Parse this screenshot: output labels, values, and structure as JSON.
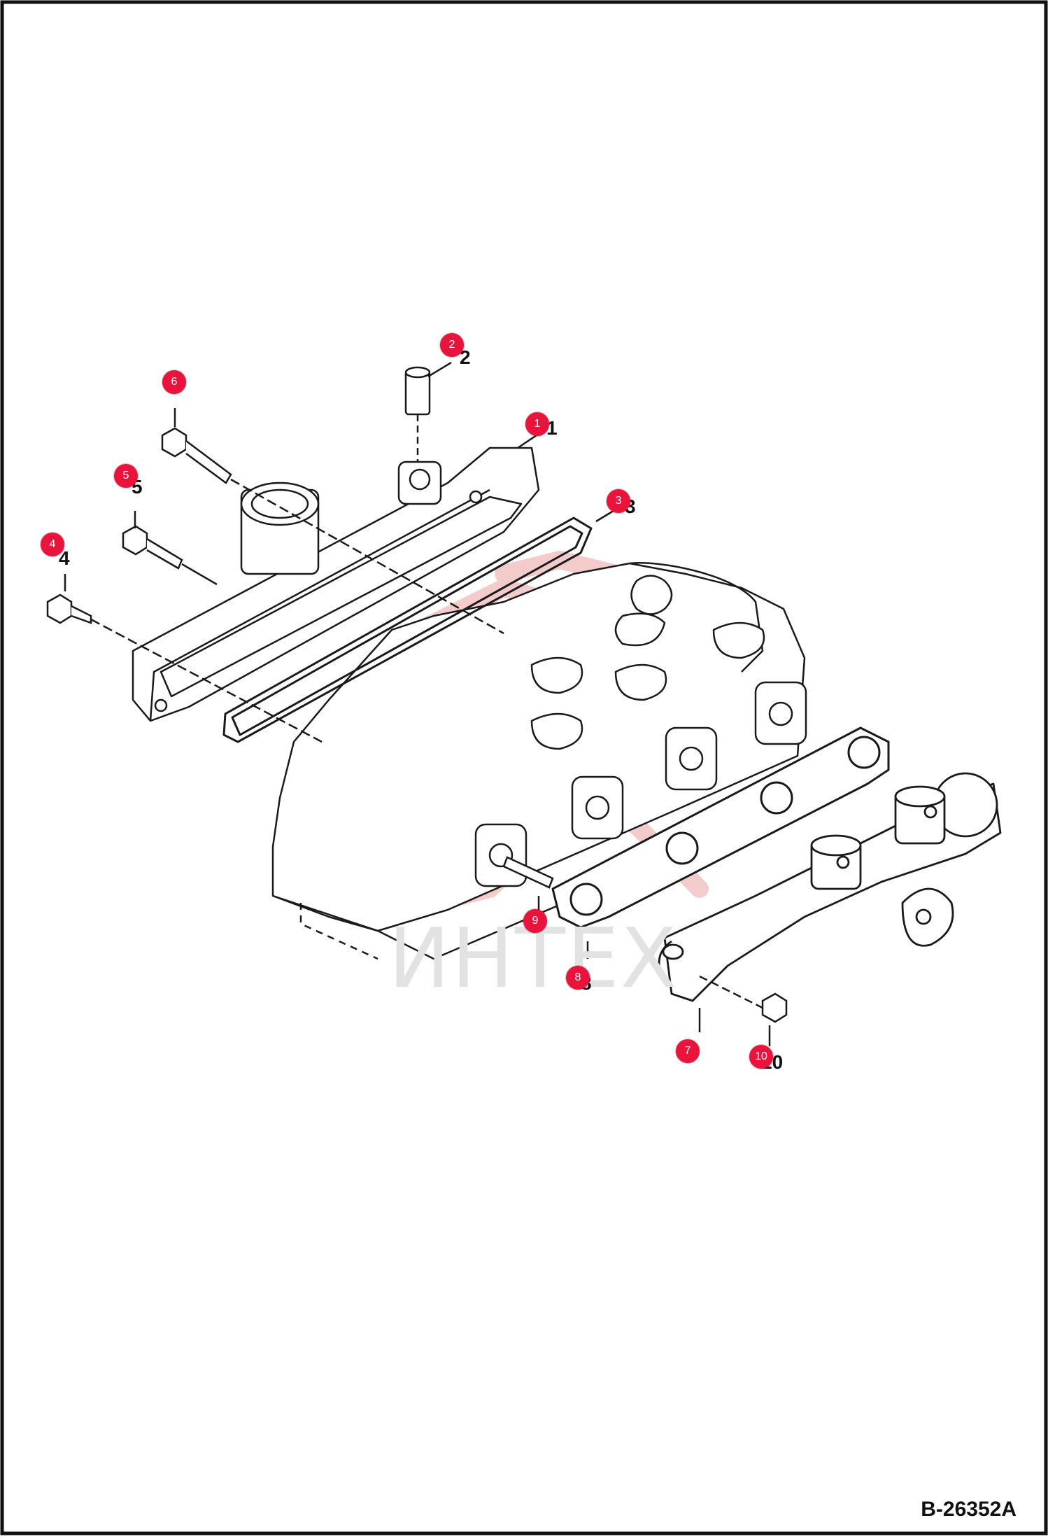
{
  "figure": {
    "code": "B-26352A"
  },
  "watermark": {
    "text": "ИНТЕХ"
  },
  "callouts": [
    {
      "label": "1"
    },
    {
      "label": "2"
    },
    {
      "label": "3"
    },
    {
      "label": "4"
    },
    {
      "label": "5"
    },
    {
      "label": "6"
    },
    {
      "label": "7"
    },
    {
      "label": "8"
    },
    {
      "label": "9"
    },
    {
      "label": "10"
    }
  ],
  "part_numbers": [
    "2",
    "5",
    "4",
    "1",
    "3",
    "9",
    "8",
    "10"
  ],
  "colors": {
    "callout": "#e8143c",
    "watermark": "#f3c3c3",
    "line": "#1a1a1a"
  }
}
